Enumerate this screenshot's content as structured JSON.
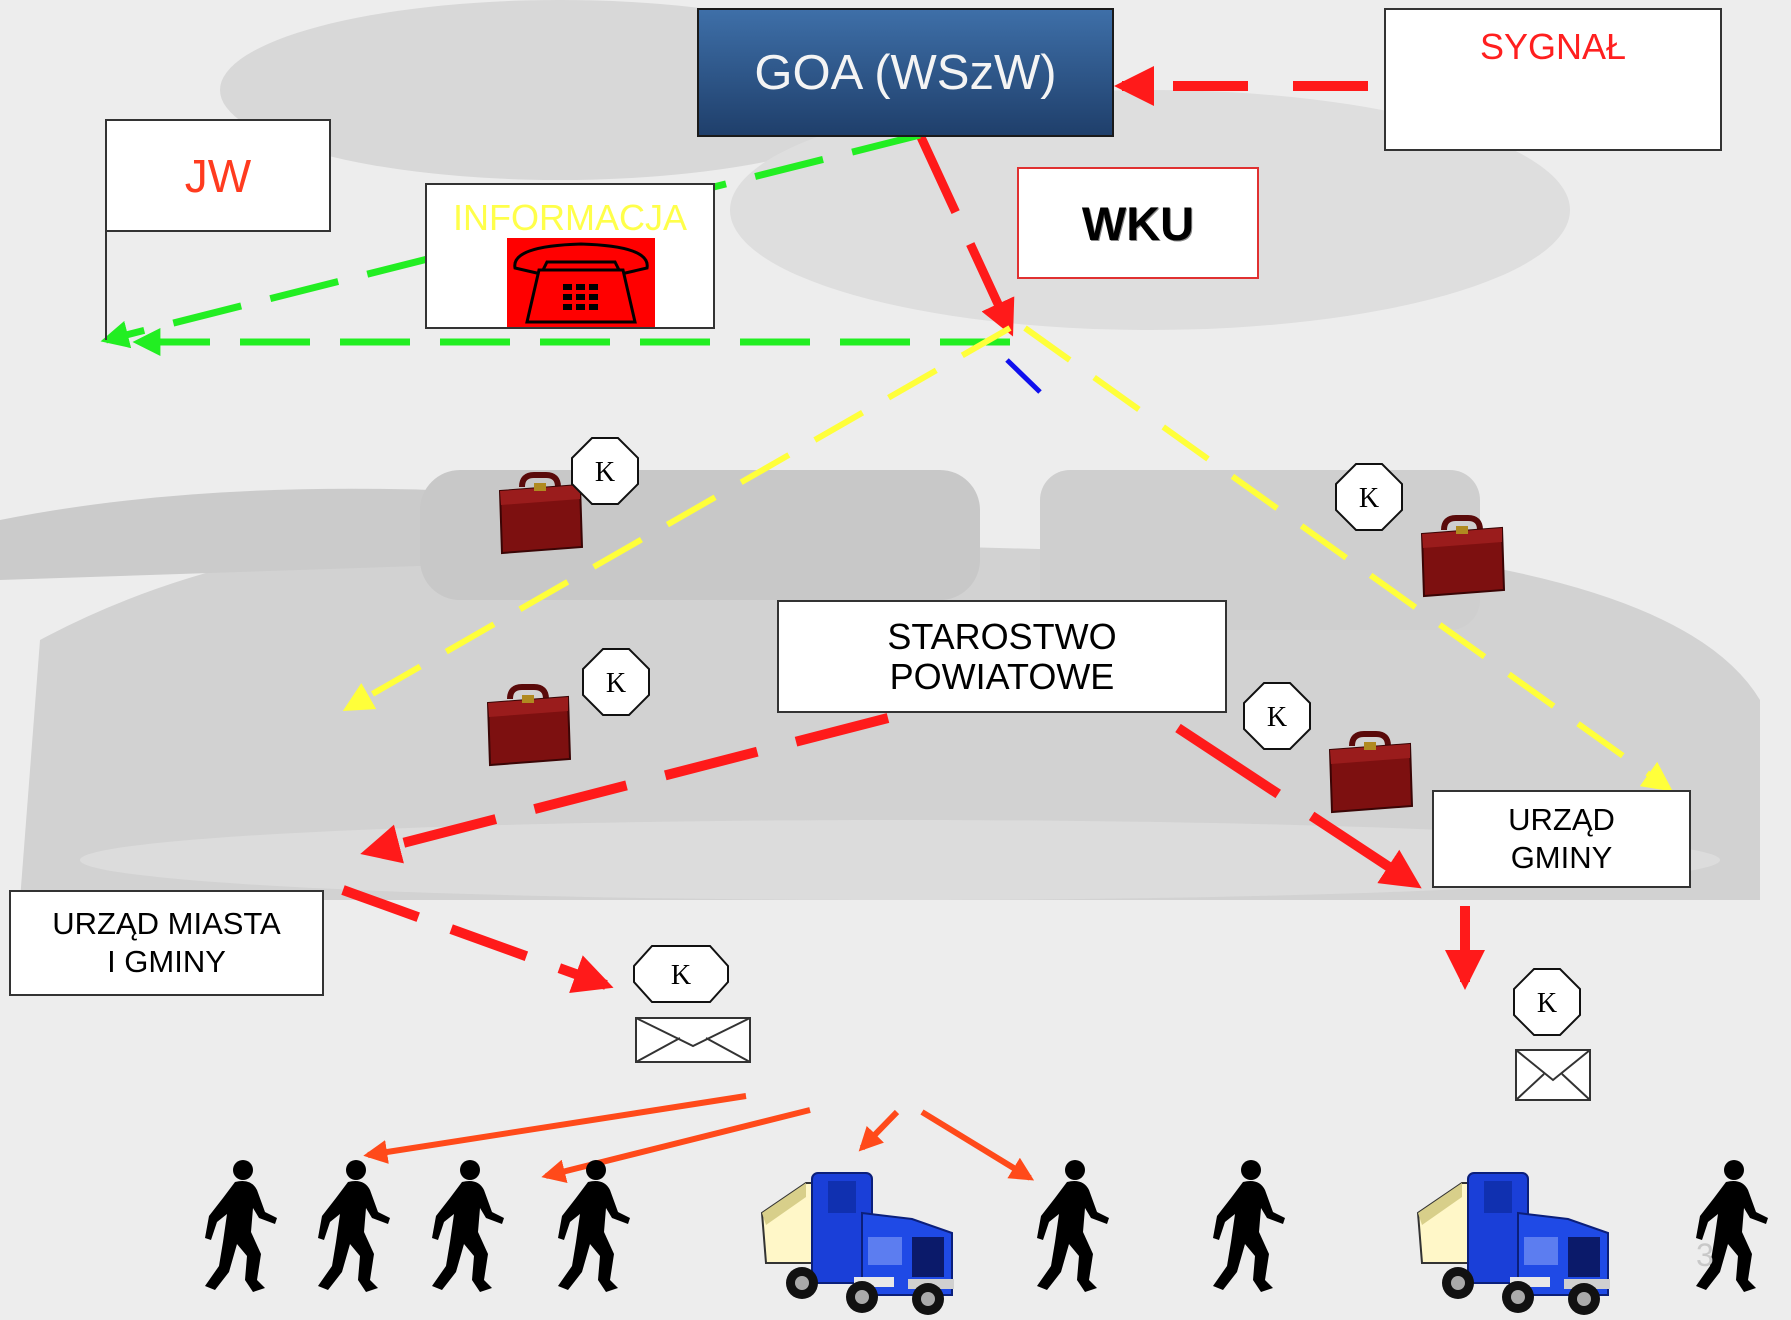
{
  "nodes": {
    "goa": "GOA (WSzW)",
    "jw": "JW",
    "informacja": "INFORMACJA",
    "wku": "WKU",
    "sygnal": "SYGNAŁ",
    "starostwo": "STAROSTWO\nPOWIATOWE",
    "urzad_miasta": "URZĄD MIASTA\nI GMINY",
    "urzad_gminy": "URZĄD\nGMINY"
  },
  "courier_label": "K",
  "page_number": "3",
  "icons": [
    "telephone-icon",
    "envelope-icon",
    "briefcase-icon",
    "courier-octagon-icon",
    "running-person-icon",
    "truck-icon"
  ],
  "colors": {
    "red_arrow": "#ff1a1a",
    "green_arrow": "#22ee22",
    "yellow_arrow": "#ffff3a",
    "orange_arrow": "#ff4a1a",
    "briefcase": "#7d1010",
    "truck": "#1a3fd8",
    "goa_box": "#2d5a8e"
  }
}
